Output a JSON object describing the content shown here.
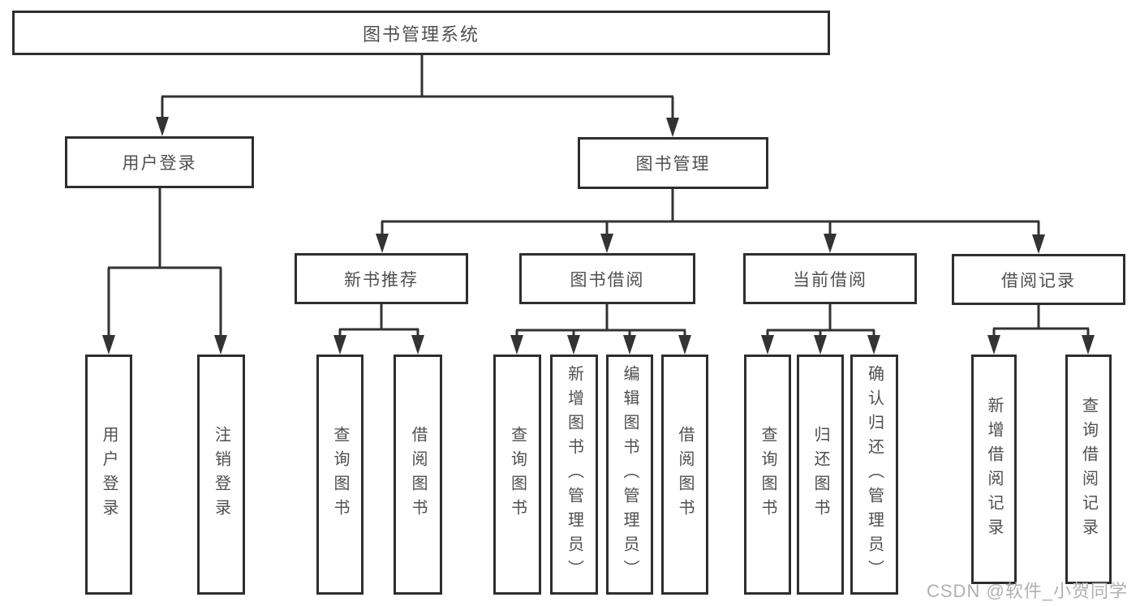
{
  "diagram": {
    "title": "图书管理系统",
    "nodes": {
      "root": "图书管理系统",
      "user_login": "用户登录",
      "book_mgmt": "图书管理",
      "new_books": "新书推荐",
      "book_borrow": "图书借阅",
      "current_borrow": "当前借阅",
      "borrow_records": "借阅记录",
      "user_login_children": [
        "用户登录",
        "注销登录"
      ],
      "new_books_children": [
        "查询图书",
        "借阅图书"
      ],
      "book_borrow_children": [
        "查询图书",
        "新增图书（管理员）",
        "编辑图书（管理员）",
        "借阅图书"
      ],
      "current_borrow_children": [
        "查询图书",
        "归还图书",
        "确认归还（管理员）"
      ],
      "borrow_records_children": [
        "新增借阅记录",
        "查询借阅记录"
      ]
    },
    "colors": {
      "line": "#333333",
      "box_border": "#2e2e2e",
      "text": "#4f4f4f",
      "watermark": "#b0b0b0",
      "background": "#ffffff"
    }
  },
  "watermark": "CSDN @软件_小贺同学"
}
